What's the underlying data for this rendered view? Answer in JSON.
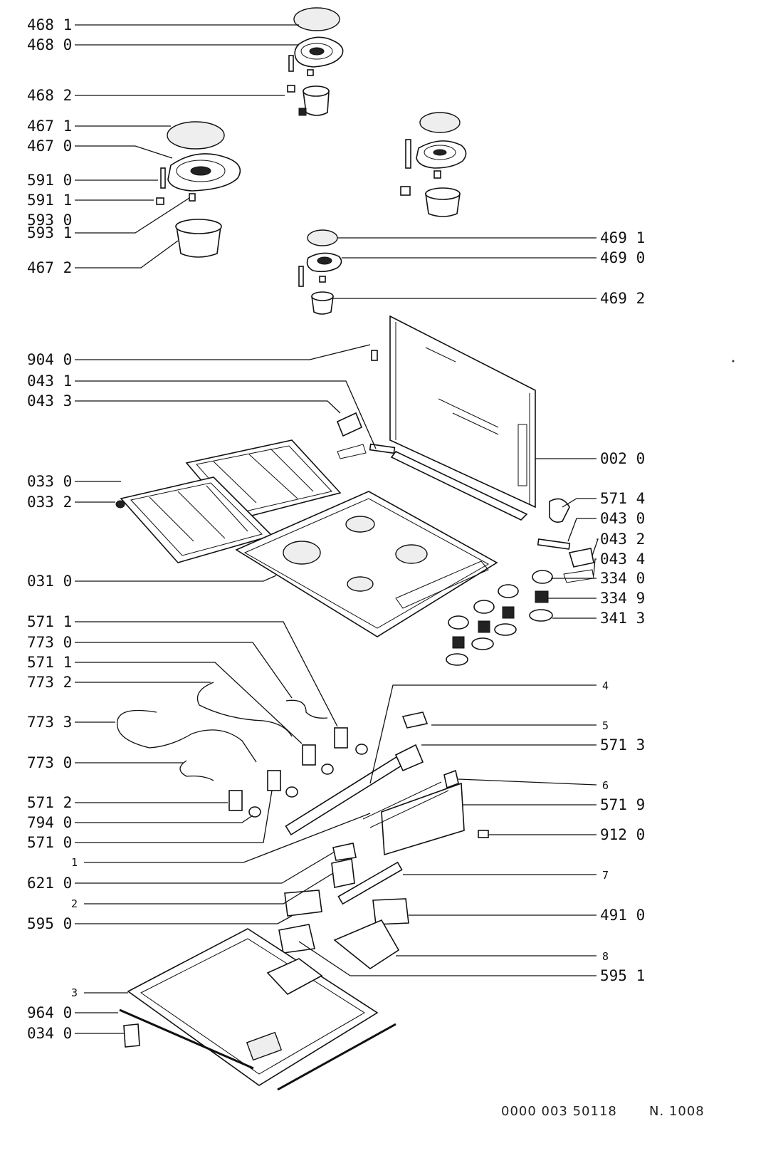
{
  "left_labels": [
    "468 1",
    "468 0",
    "468 2",
    "467 1",
    "467 0",
    "591 0",
    "591 1",
    "593 0",
    "593 1",
    "467 2",
    "904 0",
    "043 1",
    "043 3",
    "033 0",
    "033 2",
    "031 0",
    "571 1",
    "773 0",
    "571 1",
    "773 2",
    "773 3",
    "773 0",
    "571 2",
    "794 0",
    "571 0",
    "1",
    "621 0",
    "2",
    "595 0",
    "3",
    "964 0",
    "034 0"
  ],
  "right_labels": [
    "469 1",
    "469 0",
    "469 2",
    "002 0",
    "571 4",
    "043 0",
    "043 2",
    "043 4",
    "334 0",
    "334 9",
    "341 3",
    "4",
    "5",
    "571 3",
    "6",
    "571 9",
    "912 0",
    "7",
    "491 0",
    "8",
    "595 1"
  ],
  "footer": {
    "code": "0000 003 50118",
    "number": "N. 1008"
  }
}
